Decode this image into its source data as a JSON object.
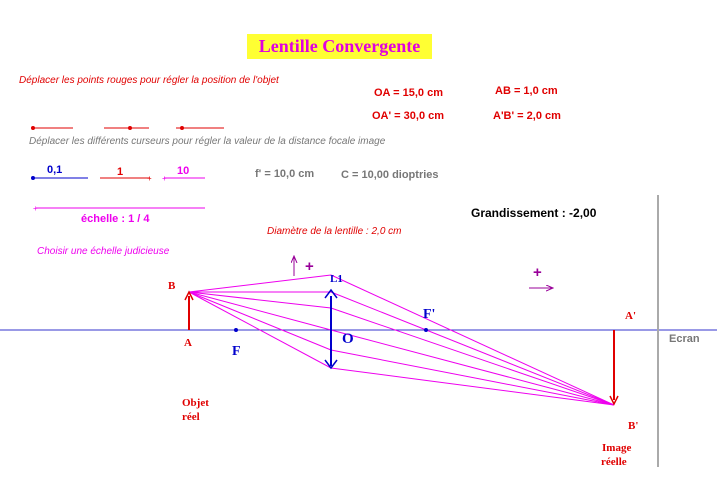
{
  "title": "Lentille Convergente",
  "instructions": {
    "move_points": "Déplacer les points rouges pour régler la position de l'objet",
    "move_cursors": "Déplacer les différents curseurs pour régler la valeur de la distance focale image",
    "choose_scale": "Choisir une échelle judicieuse"
  },
  "measures": {
    "OA": "OA = 15,0 cm",
    "OA_prime": "OA' = 30,0 cm",
    "AB": "AB = 1,0 cm",
    "AB_prime": "A'B' = 2,0 cm",
    "f_prime": "f' = 10,0 cm",
    "vergence": "C = 10,00 dioptries",
    "grandissement": "Grandissement : -2,00",
    "diametre": "Diamètre de la lentille : 2,0 cm"
  },
  "cursors": {
    "tenths": "0,1",
    "units": "1",
    "tens": "10"
  },
  "scale": {
    "label": "échelle : 1 / 4"
  },
  "labels": {
    "B": "B",
    "A": "A",
    "F": "F",
    "F_prime": "F'",
    "O": "O",
    "L1": "L1",
    "A_prime": "A'",
    "B_prime": "B'",
    "ecran": "Ecran",
    "objet_line1": "Objet",
    "objet_line2": "réel",
    "image_line1": "Image",
    "image_line2": "réelle",
    "plus_left": "+",
    "plus_right": "+"
  },
  "colors": {
    "axis": "#3333cc",
    "rays": "#ee00ee",
    "object": "#e00000",
    "lens": "#0000cc",
    "screen": "#aaaaaa",
    "title_bg": "#ffff33",
    "title_text": "#e000e0"
  }
}
